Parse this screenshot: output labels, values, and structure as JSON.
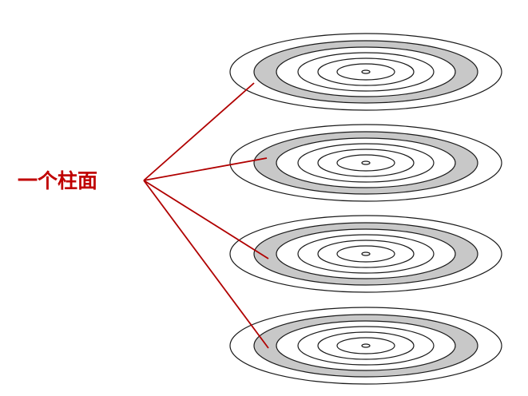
{
  "label": "一个柱面",
  "colors": {
    "label": "#c00000",
    "pointer_line": "#b00000",
    "track_stroke": "#1a1a1a",
    "highlight_fill": "#c8c8c8",
    "background": "#ffffff"
  },
  "platters": 4,
  "tracks_per_platter": 7,
  "highlighted_track": 2
}
